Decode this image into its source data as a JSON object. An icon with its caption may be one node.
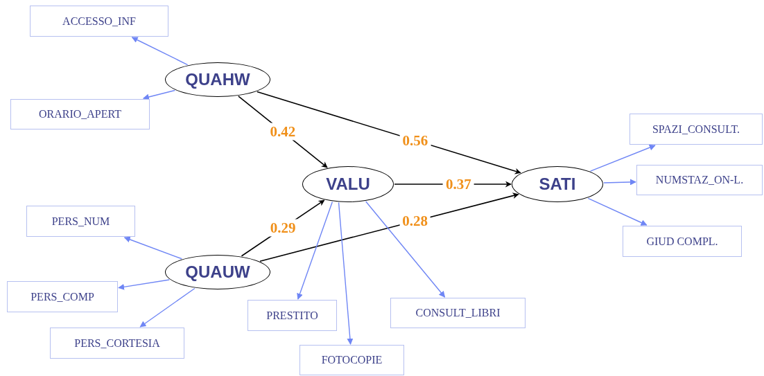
{
  "diagram": {
    "nodes": [
      {
        "text": [
          "QUAHW"
        ]
      },
      {
        "text": [
          "ACCESSO_INF"
        ]
      },
      {
        "text": [
          "ORARIO_APERT"
        ]
      },
      {
        "text": [
          "VALU"
        ]
      },
      {
        "text": [
          "SATI"
        ]
      },
      {
        "text": [
          "QUAUW"
        ]
      },
      {
        "text": [
          "PERS_NUM"
        ]
      },
      {
        "text": [
          "PERS_COMP"
        ]
      },
      {
        "text": [
          "PERS_CORTESIA"
        ]
      },
      {
        "text": [
          "PRESTITO"
        ]
      },
      {
        "text": [
          "FOTOCOPIE"
        ]
      },
      {
        "text": [
          "CONSULT_LIBRI"
        ]
      },
      {
        "text": [
          "SPAZI_CONSULT."
        ]
      },
      {
        "text": [
          "NUMSTAZ_ON-L."
        ]
      },
      {
        "text": [
          "GIUD COMPL."
        ]
      }
    ],
    "edges": [
      {
        "from": 0,
        "to": 1,
        "arrow": "to"
      },
      {
        "from": 0,
        "to": 2,
        "arrow": "to"
      },
      {
        "from": 0,
        "to": 3,
        "arrow": "to",
        "label": "0.42",
        "color": "#000000"
      },
      {
        "from": 0,
        "to": 4,
        "arrow": "to",
        "label": "0.56",
        "color": "#000000"
      },
      {
        "from": 3,
        "to": 4,
        "arrow": "to",
        "label": "0.37",
        "color": "#000000"
      },
      {
        "from": 5,
        "to": 3,
        "arrow": "to",
        "label": "0.29",
        "color": "#000000"
      },
      {
        "from": 5,
        "to": 4,
        "arrow": "to",
        "label": "0.28",
        "color": "#000000"
      },
      {
        "from": 5,
        "to": 6,
        "arrow": "to"
      },
      {
        "from": 5,
        "to": 7,
        "arrow": "to"
      },
      {
        "from": 5,
        "to": 8,
        "arrow": "to"
      },
      {
        "from": 3,
        "to": 9,
        "arrow": "to"
      },
      {
        "from": 3,
        "to": 10,
        "arrow": "to"
      },
      {
        "from": 3,
        "to": 11,
        "arrow": "to"
      },
      {
        "from": 4,
        "to": 12,
        "arrow": "to"
      },
      {
        "from": 4,
        "to": 13,
        "arrow": "to"
      },
      {
        "from": 4,
        "to": 14,
        "arrow": "to"
      }
    ]
  }
}
